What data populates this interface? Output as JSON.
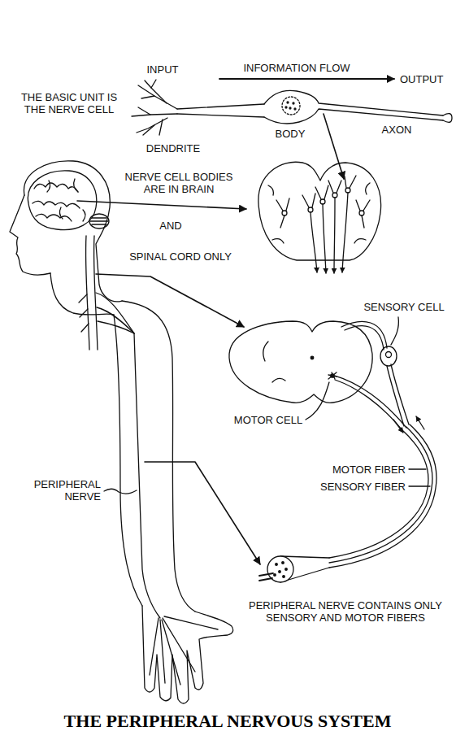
{
  "diagram": {
    "title": "THE PERIPHERAL NERVOUS SYSTEM",
    "labels": [
      "INPUT",
      "INFORMATION FLOW",
      "OUTPUT",
      "THE BASIC UNIT IS THE NERVE CELL",
      "DENDRITE",
      "BODY",
      "AXON",
      "NERVE CELL BODIES ARE IN BRAIN",
      "AND",
      "SPINAL CORD ONLY",
      "SENSORY CELL",
      "MOTOR CELL",
      "MOTOR FIBER",
      "SENSORY FIBER",
      "PERIPHERAL NERVE",
      "PERIPHERAL NERVE CONTAINS ONLY SENSORY AND MOTOR FIBERS"
    ]
  }
}
